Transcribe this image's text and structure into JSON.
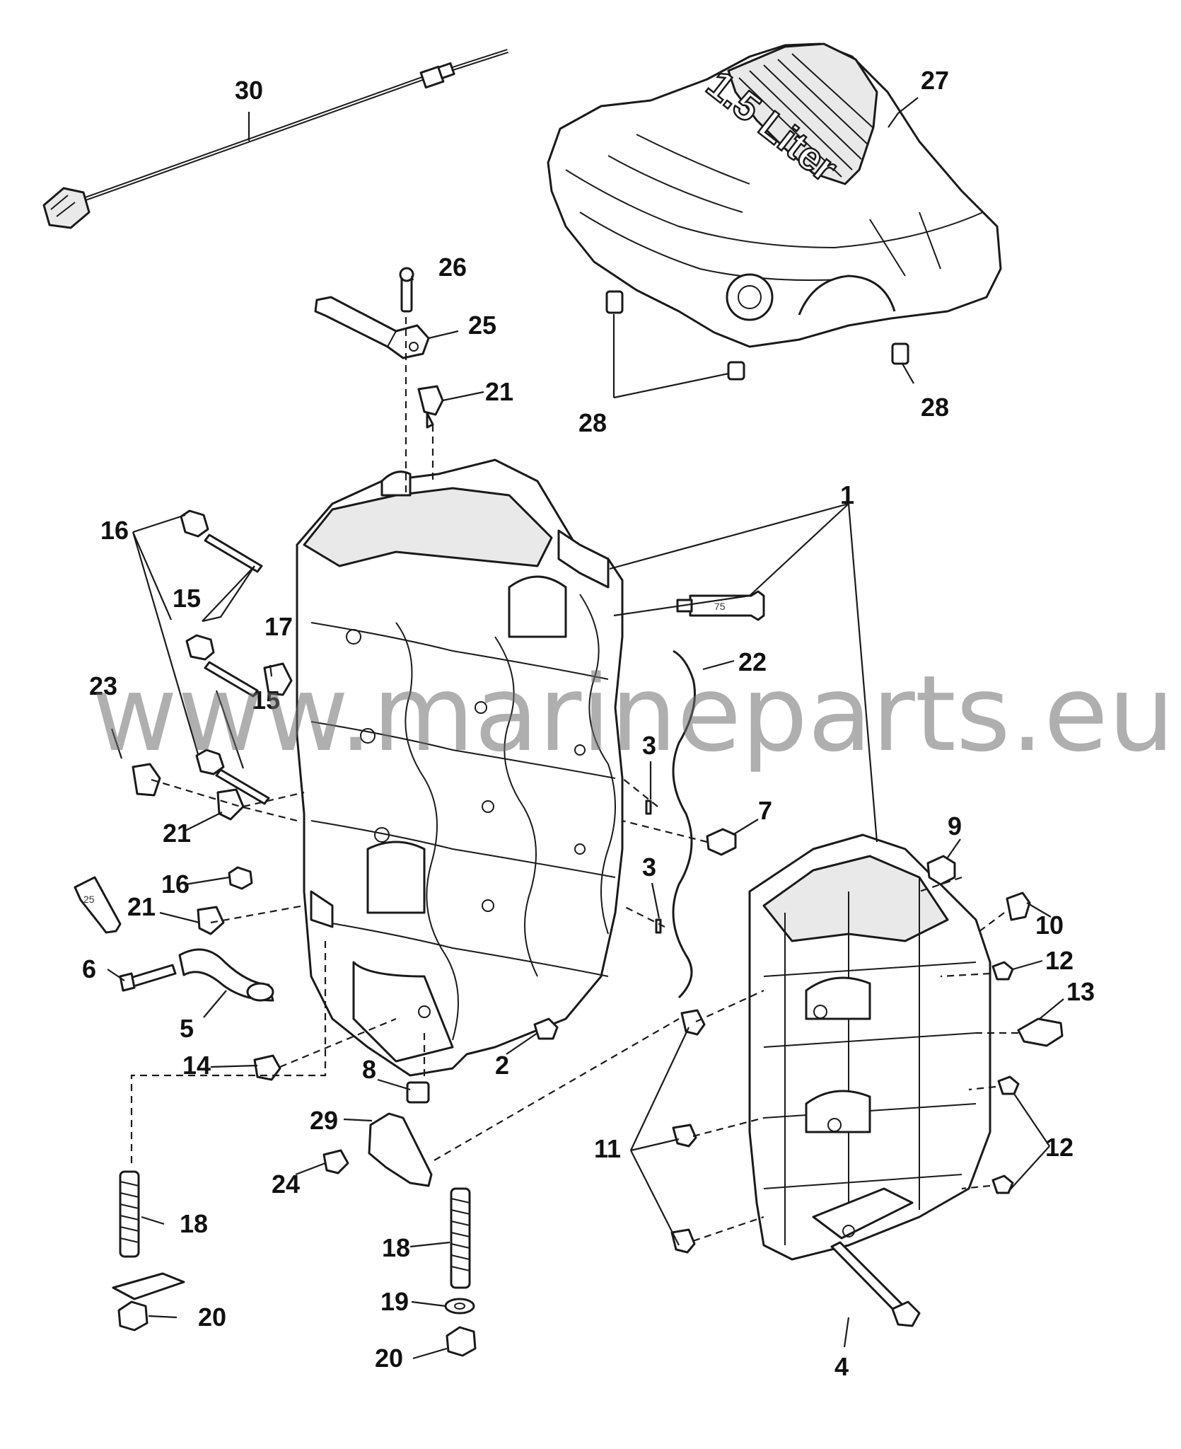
{
  "cover_text": "1.5 Liter",
  "watermark": "www.marineparts.eu",
  "sealant_tube_label": "25",
  "sealant_tube_label_right": "75",
  "callouts": {
    "c1": "1",
    "c2": "2",
    "c3a": "3",
    "c3b": "3",
    "c4": "4",
    "c5": "5",
    "c6": "6",
    "c7": "7",
    "c8": "8",
    "c9": "9",
    "c10": "10",
    "c11": "11",
    "c12a": "12",
    "c12b": "12",
    "c13": "13",
    "c14": "14",
    "c15a": "15",
    "c15b": "15",
    "c16a": "16",
    "c16b": "16",
    "c17": "17",
    "c18a": "18",
    "c18b": "18",
    "c19": "19",
    "c20a": "20",
    "c20b": "20",
    "c21a": "21",
    "c21b": "21",
    "c21c": "21",
    "c22": "22",
    "c23": "23",
    "c24": "24",
    "c25": "25",
    "c26": "26",
    "c27": "27",
    "c28a": "28",
    "c28b": "28",
    "c29": "29",
    "c30": "30"
  }
}
